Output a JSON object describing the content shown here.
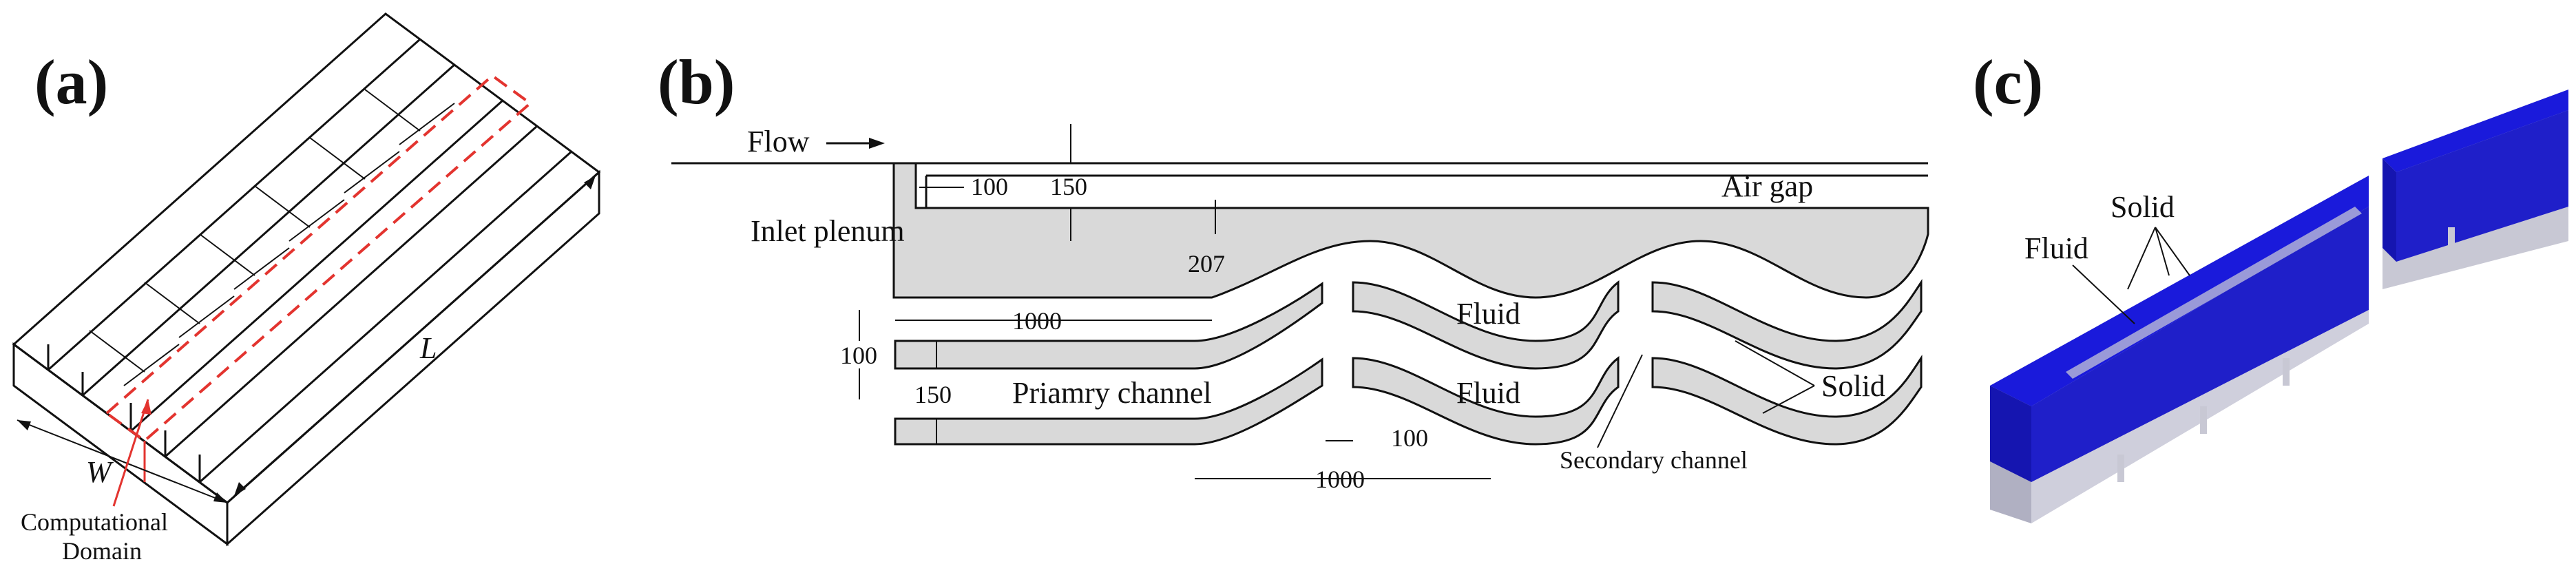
{
  "panels": {
    "a": {
      "label": "(a)",
      "length_label": "L",
      "width_label": "W",
      "domain_label_line1": "Computational",
      "domain_label_line2": "Domain"
    },
    "b": {
      "label": "(b)",
      "flow_label": "Flow",
      "inlet_label": "Inlet plenum",
      "air_gap_label": "Air gap",
      "fluid_label_1": "Fluid",
      "fluid_label_2": "Fluid",
      "solid_label": "Solid",
      "primary_label": "Priamry channel",
      "secondary_label": "Secondary channel",
      "dim_100_top": "100",
      "dim_150_top": "150",
      "dim_207": "207",
      "dim_1000_left": "1000",
      "dim_100_left": "100",
      "dim_150_left": "150",
      "dim_100_bottom": "100",
      "dim_1000_bottom": "1000"
    },
    "c": {
      "label": "(c)",
      "solid_label": "Solid",
      "fluid_label": "Fluid"
    }
  },
  "colors": {
    "fluid_blue": "#1a1adb",
    "fluid_light": "#9a9ad8",
    "solid_gray": "#c8c8d4",
    "gray_fill": "#d9d9d9",
    "domain_red": "#e3342f"
  }
}
